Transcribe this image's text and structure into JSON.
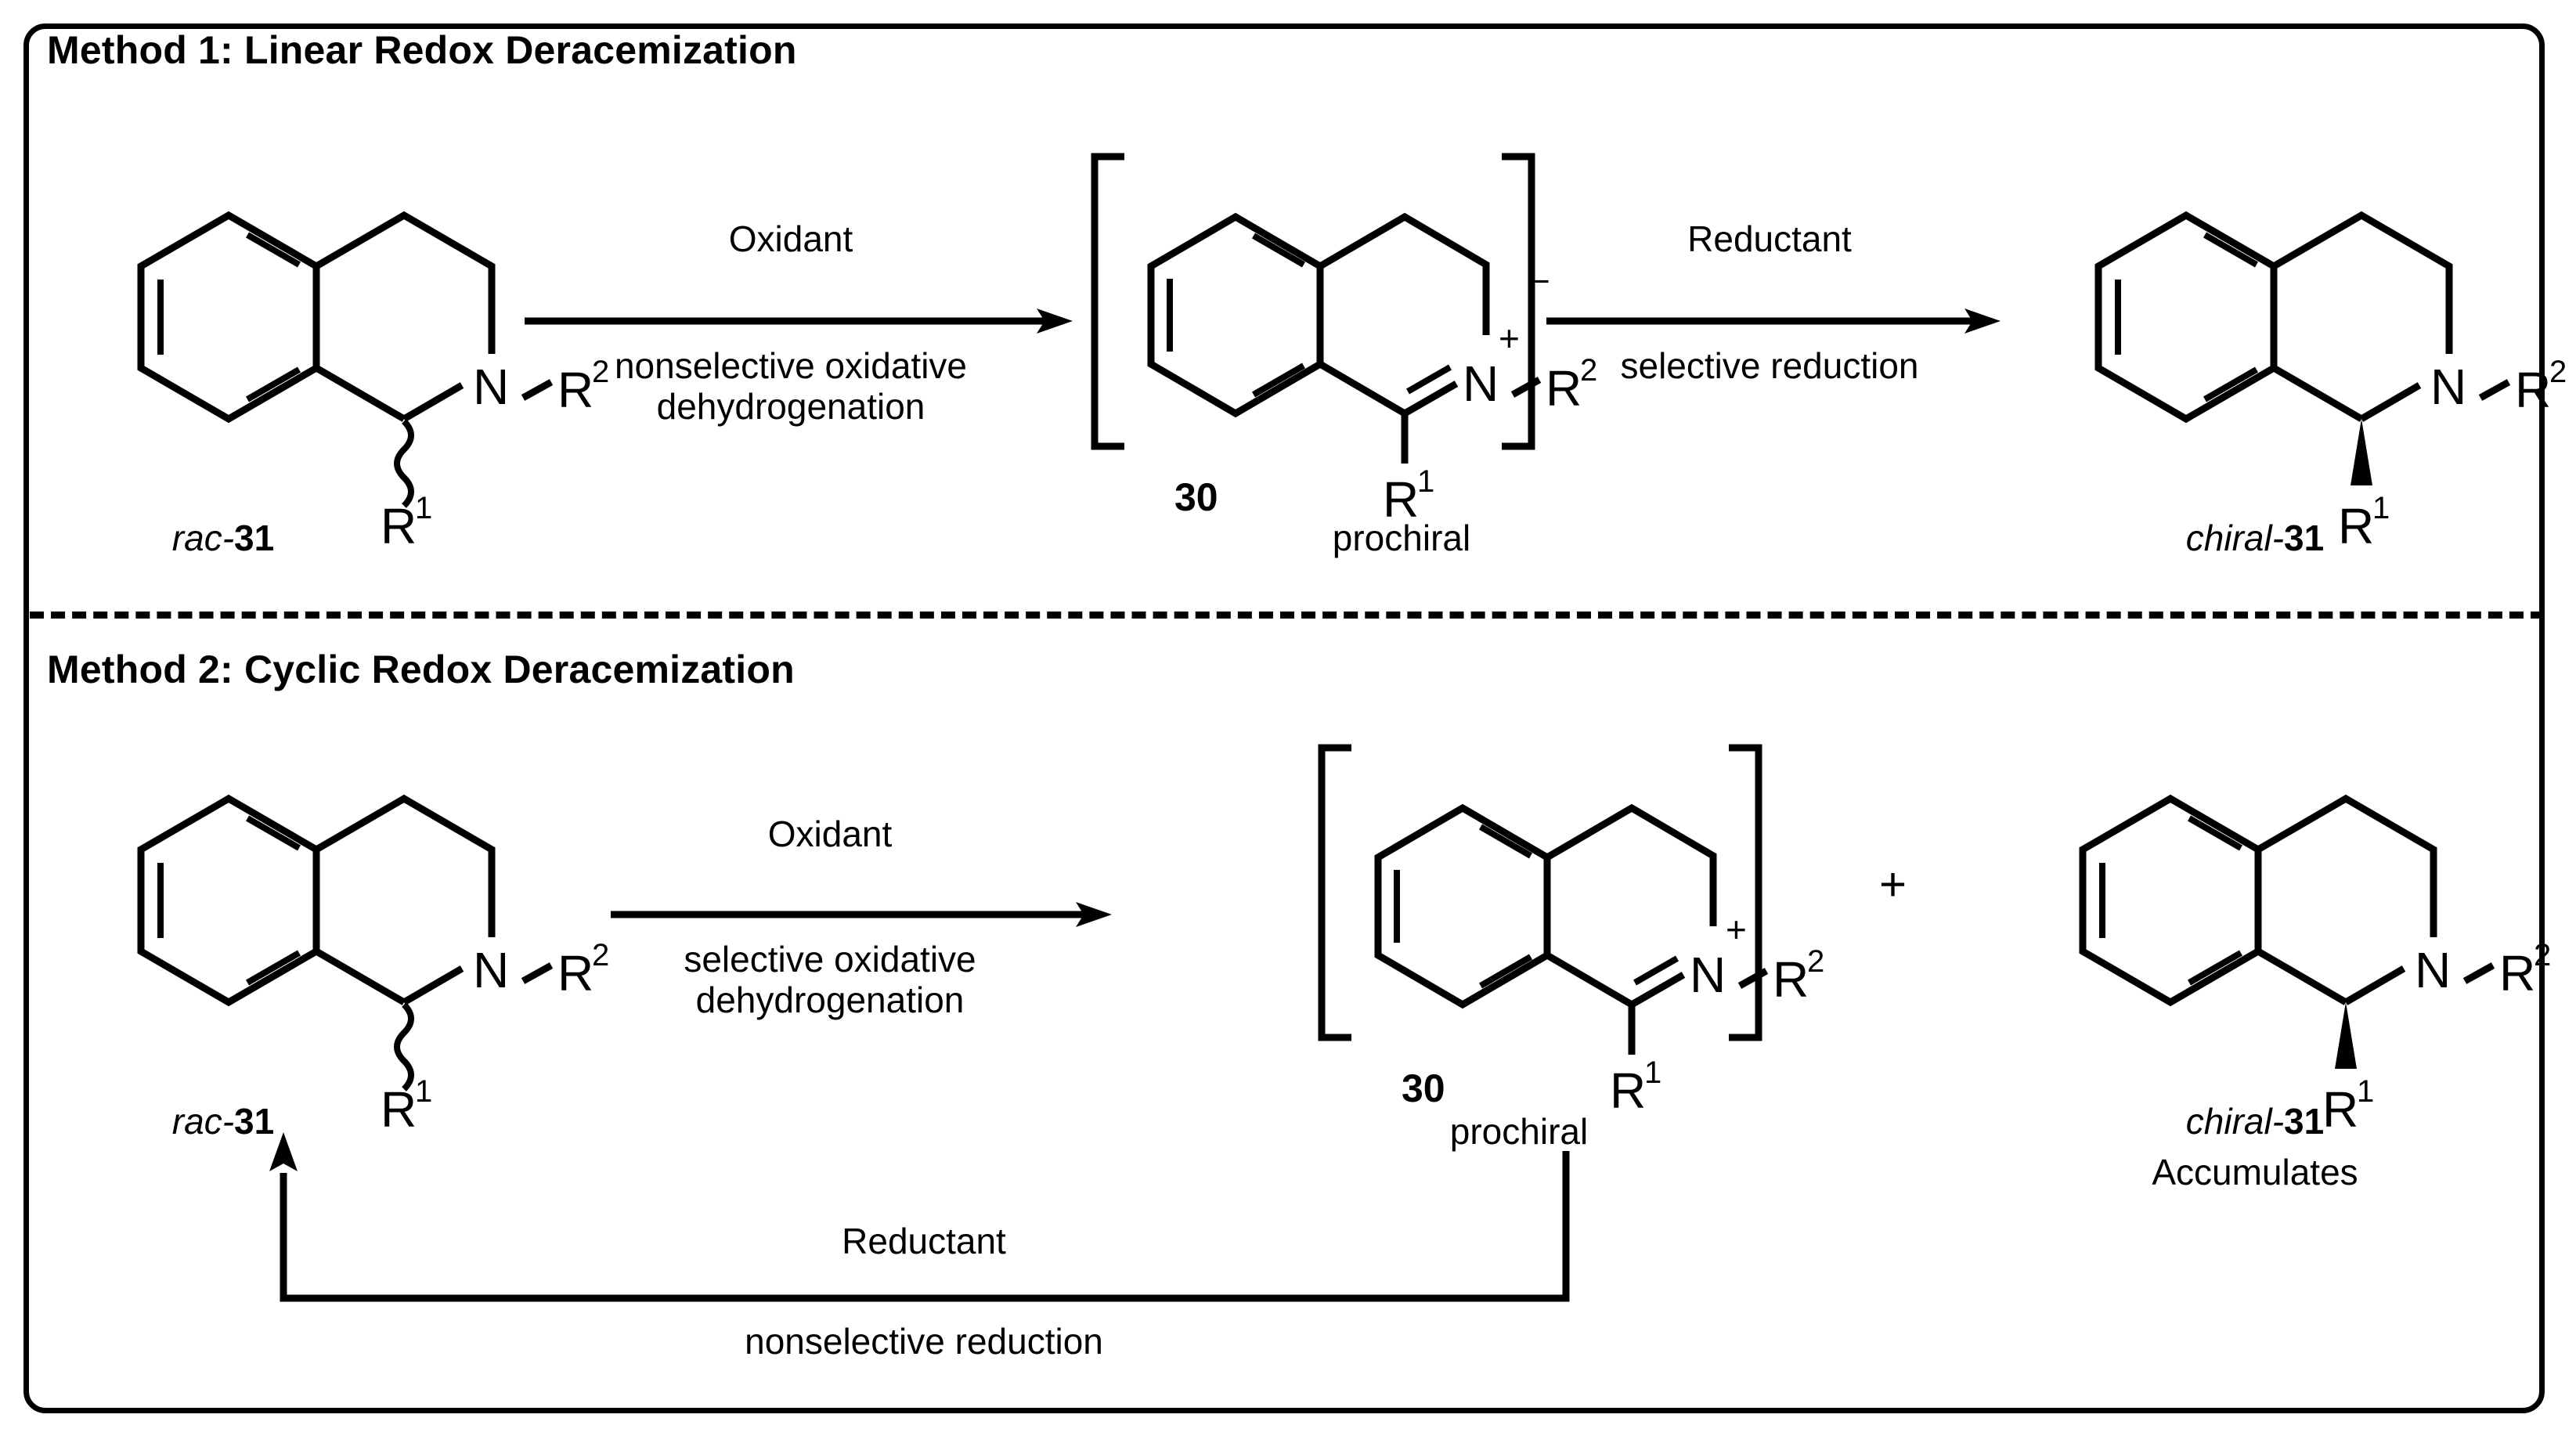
{
  "figure": {
    "background": "#ffffff",
    "line_color": "#000000",
    "border": "rounded-rectangle",
    "divider": "dashed-horizontal"
  },
  "methods": [
    {
      "id": "method-1",
      "title": "Method 1: Linear Redox Deracemization",
      "reactant": {
        "caption_italic": "rac-",
        "caption_bold": "31",
        "structure": "1,2,3,4-tetrahydroisoquinoline",
        "substituent_1": "R",
        "substituent_1_sup": "1",
        "substituent_2": "R",
        "substituent_2_sup": "2",
        "nitrogen": "N",
        "stereo_bond": "wavy"
      },
      "arrow_1": {
        "above": "Oxidant",
        "below_line1": "nonselective oxidative",
        "below_line2": "dehydrogenation",
        "direction": "right"
      },
      "intermediate": {
        "number": "30",
        "caption": "prochiral",
        "charge": "+",
        "counter_charge": "–",
        "brackets": true,
        "nitrogen": "N",
        "substituent_1": "R",
        "substituent_1_sup": "1",
        "substituent_2": "R",
        "substituent_2_sup": "2"
      },
      "arrow_2": {
        "above": "Reductant",
        "below_line1": "selective reduction",
        "direction": "right"
      },
      "product": {
        "caption_italic": "chiral-",
        "caption_bold": "31",
        "substituent_1": "R",
        "substituent_1_sup": "1",
        "substituent_2": "R",
        "substituent_2_sup": "2",
        "nitrogen": "N",
        "stereo_bond": "bold-wedge"
      }
    },
    {
      "id": "method-2",
      "title": "Method 2: Cyclic Redox Deracemization",
      "reactant": {
        "caption_italic": "rac-",
        "caption_bold": "31",
        "substituent_1": "R",
        "substituent_1_sup": "1",
        "substituent_2": "R",
        "substituent_2_sup": "2",
        "nitrogen": "N",
        "stereo_bond": "wavy"
      },
      "arrow_1": {
        "above": "Oxidant",
        "below_line1": "selective oxidative",
        "below_line2": "dehydrogenation",
        "direction": "right"
      },
      "intermediate": {
        "number": "30",
        "caption": "prochiral",
        "charge": "+",
        "brackets": true,
        "nitrogen": "N",
        "substituent_1": "R",
        "substituent_1_sup": "1",
        "substituent_2": "R",
        "substituent_2_sup": "2"
      },
      "plus": "+",
      "product": {
        "caption_italic": "chiral-",
        "caption_bold": "31",
        "caption_line2": "Accumulates",
        "substituent_1": "R",
        "substituent_1_sup": "1",
        "substituent_2": "R",
        "substituent_2_sup": "2",
        "nitrogen": "N",
        "stereo_bond": "bold-wedge"
      },
      "recycle_arrow": {
        "above": "Reductant",
        "below": "nonselective reduction",
        "direction": "left-up"
      }
    }
  ]
}
